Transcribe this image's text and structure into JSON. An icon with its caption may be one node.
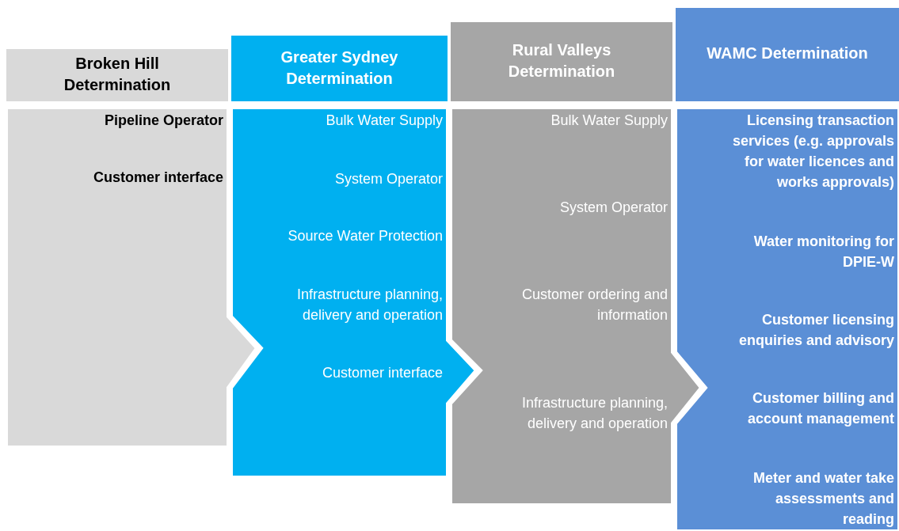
{
  "diagram": {
    "nodes": [
      {
        "text": [
          "Broken Hill Determination"
        ]
      },
      {
        "text": [
          "Greater Sydney Determination"
        ]
      },
      {
        "text": [
          "Rural Valleys Determination"
        ]
      },
      {
        "text": [
          "WAMC Determination"
        ]
      },
      {
        "text": [
          "Pipeline Operator",
          "Customer interface"
        ]
      },
      {
        "text": [
          "Bulk Water Supply",
          "System Operator",
          "Source Water Protection",
          "Infrastructure planning, delivery and operation",
          "Customer interface"
        ]
      },
      {
        "text": [
          "Bulk Water Supply",
          "System Operator",
          "Customer ordering and information",
          "Infrastructure planning, delivery and operation"
        ]
      },
      {
        "text": [
          "Licensing transaction services (e.g. approvals for water licences and works approvals)",
          "Water monitoring for DPIE-W",
          "Customer licensing enquiries and advisory",
          "Customer billing and account management",
          "Meter and water take assessments and reading"
        ]
      }
    ]
  }
}
